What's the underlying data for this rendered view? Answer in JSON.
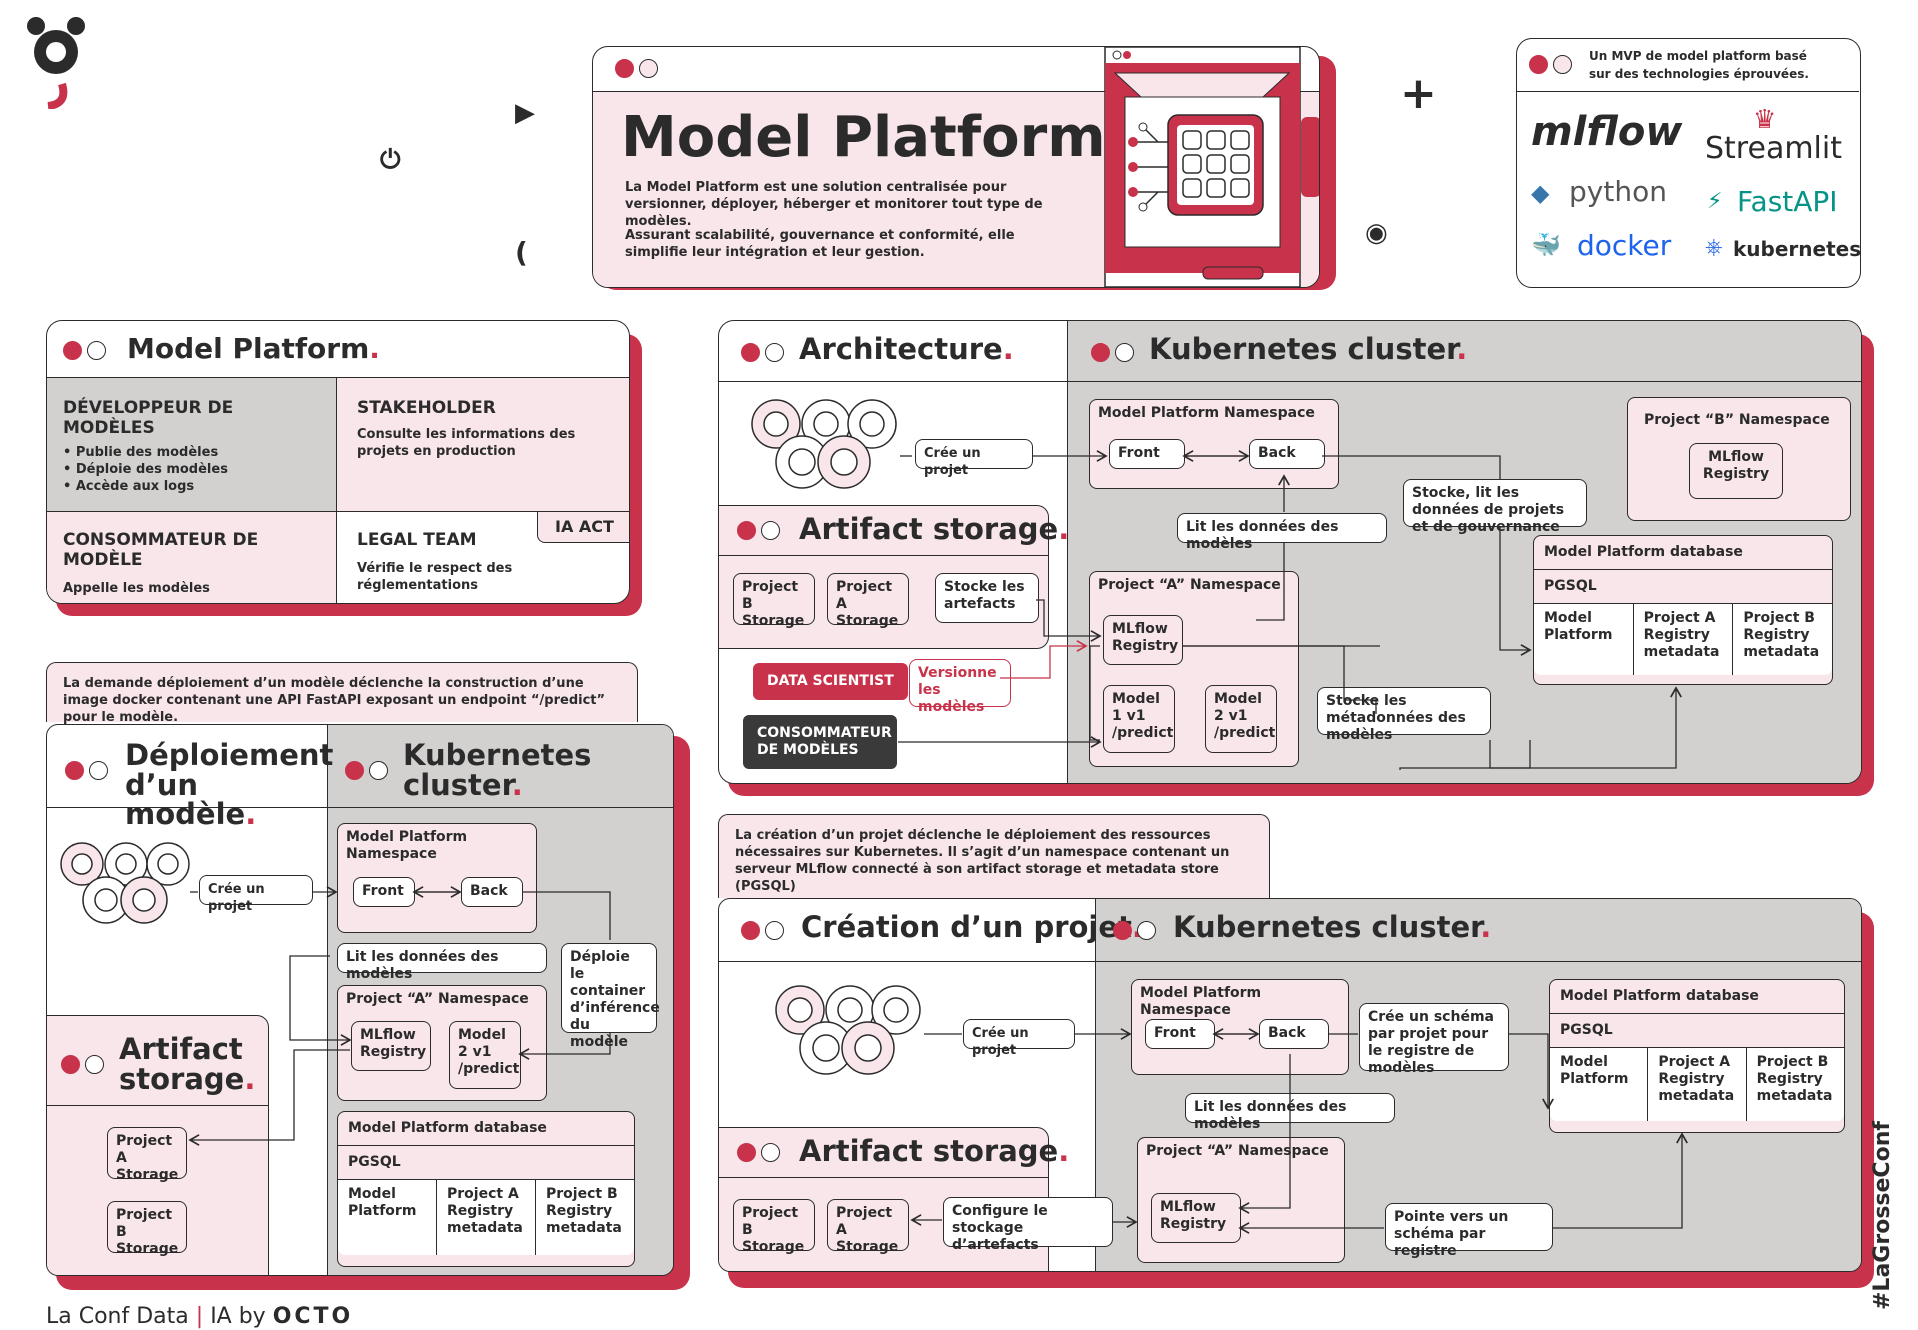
{
  "hero": {
    "title": "Model Platform",
    "title_dot": ".",
    "desc1": "La Model Platform est une solution centralisée pour versionner, déployer, héberger et monitorer tout type de modèles.",
    "desc2": "Assurant scalabilité, gouvernance et conformité, elle simplifie leur intégration et leur gestion."
  },
  "plus": "+",
  "tech": {
    "header": "Un MVP de model platform basé sur des technologies éprouvées.",
    "items": [
      "mlflow",
      "Streamlit",
      "python",
      "FastAPI",
      "docker",
      "kubernetes"
    ]
  },
  "roles": {
    "title": "Model Platform",
    "title_dot": ".",
    "dev_title": "DÉVELOPPEUR DE MODÈLES",
    "dev_items": [
      "Publie des modèles",
      "Déploie des modèles",
      "Accède aux logs"
    ],
    "stake_title": "STAKEHOLDER",
    "stake_desc": "Consulte les informations des projets en production",
    "consumer_title": "CONSOMMATEUR DE MODÈLE",
    "consumer_desc": "Appelle les modèles",
    "legal_title": "LEGAL TEAM",
    "legal_desc": "Vérifie le respect des réglementations",
    "ia_act": "IA ACT"
  },
  "arch": {
    "title": "Architecture",
    "k8s_title": "Kubernetes cluster",
    "dot": ".",
    "create_project": "Crée un projet",
    "mp_ns": "Model Platform Namespace",
    "front": "Front",
    "back": "Back",
    "read_models": "Lit les données des modèles",
    "store_read": "Stocke, lit les données de projets et de gouvernance",
    "projb_ns": "Project “B” Namespace",
    "mlflow_registry": "MLflow Registry",
    "artifact_storage": "Artifact storage",
    "projb_storage": "Project B Storage",
    "proja_storage": "Project A Storage",
    "store_artifacts": "Stocke les artefacts",
    "proja_ns": "Project “A” Namespace",
    "model1": "Model 1 v1 /predict",
    "model2": "Model 2 v1 /predict",
    "data_scientist": "DATA SCIENTIST",
    "versions_models": "Versionne les modèles",
    "consumer": "CONSOMMATEUR DE MODÈLES",
    "store_metadata": "Stocke les métadonnées des modèles",
    "db_title": "Model Platform database",
    "pgsql": "PGSQL",
    "db_cols": [
      "Model Platform",
      "Project A Registry metadata",
      "Project B Registry metadata"
    ]
  },
  "deploy": {
    "note": "La demande déploiement d’un modèle déclenche la construction d’une image docker contenant une API FastAPI exposant un endpoint “/predict” pour le modèle.",
    "title": "Déploiement d’un modèle",
    "k8s_title": "Kubernetes cluster",
    "dot": ".",
    "create_project": "Crée un projet",
    "mp_ns": "Model Platform Namespace",
    "front": "Front",
    "back": "Back",
    "read_models": "Lit les données des modèles",
    "deploy_container": "Déploie le container d’inférence du modèle",
    "proja_ns": "Project “A” Namespace",
    "mlflow_registry": "MLflow Registry",
    "model2": "Model 2 v1 /predict",
    "artifact_storage": "Artifact storage",
    "proja_storage": "Project A Storage",
    "projb_storage": "Project B Storage",
    "db_title": "Model Platform database",
    "pgsql": "PGSQL",
    "db_cols": [
      "Model Platform",
      "Project A Registry metadata",
      "Project B Registry metadata"
    ]
  },
  "creation": {
    "note": "La création d’un projet déclenche le déploiement des ressources nécessaires sur Kubernetes. Il s’agit d’un namespace contenant un serveur MLflow connecté à son artifact storage et metadata store (PGSQL)",
    "title": "Création d’un projet",
    "k8s_title": "Kubernetes cluster",
    "dot": ".",
    "create_project": "Crée un projet",
    "mp_ns": "Model Platform Namespace",
    "front": "Front",
    "back": "Back",
    "create_schema": "Crée un schéma par projet pour le registre de modèles",
    "read_models": "Lit les données des modèles",
    "db_title": "Model Platform database",
    "pgsql": "PGSQL",
    "db_cols": [
      "Model Platform",
      "Project A Registry metadata",
      "Project B Registry metadata"
    ],
    "artifact_storage": "Artifact storage",
    "projb_storage": "Project B Storage",
    "proja_storage": "Project A Storage",
    "config_storage": "Configure le stockage d’artefacts",
    "proja_ns": "Project “A” Namespace",
    "mlflow_registry": "MLflow Registry",
    "point_schema": "Pointe vers un schéma par registre"
  },
  "footer": {
    "left": "La Conf Data",
    "sep": "|",
    "mid": "IA by",
    "brand": "OCTO",
    "hashtag": "#LaGrosseConf"
  },
  "colors": {
    "accent": "#c8324a",
    "pink": "#f8e6ea",
    "gray": "#d2d1d0",
    "ink": "#2b2b2b"
  }
}
